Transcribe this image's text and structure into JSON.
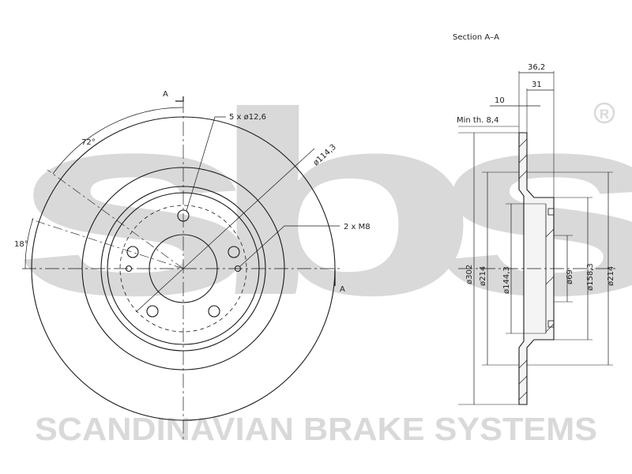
{
  "watermark": {
    "logo_text": "sbs",
    "brand_text": "SCANDINAVIAN BRAKE SYSTEMS",
    "registered_mark": "R",
    "color": "#d9d9d9"
  },
  "front_view": {
    "section_marker_top": "A",
    "section_marker_right": "A",
    "bolt_holes_label": "5 x ø12,6",
    "pcd_label": "ø114,3",
    "thread_label": "2 x M8",
    "angle_72_label": "72°",
    "angle_18_label": "18°"
  },
  "section_view": {
    "title": "Section A–A",
    "dim_overall_width": "36,2",
    "dim_hat_depth": "31",
    "dim_disc_thickness": "10",
    "dim_min_thickness": "Min th. 8,4",
    "dia_outer": "ø302",
    "dia_inner_left": "ø214",
    "dia_hub_face": "ø144,3",
    "dia_center_bore": "ø69",
    "dia_hat": "ø158,3",
    "dia_inner_right": "ø214"
  }
}
